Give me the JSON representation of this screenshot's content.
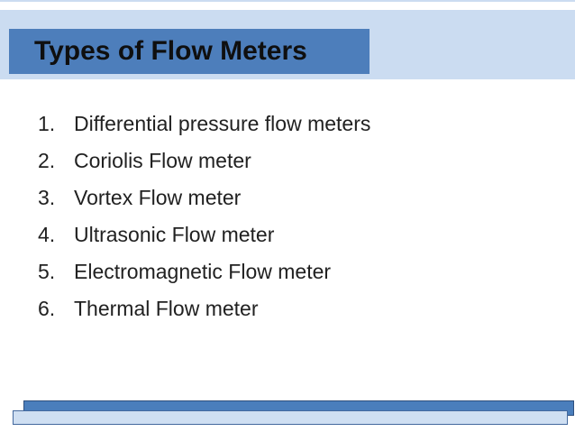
{
  "slide": {
    "title": "Types of Flow Meters",
    "items": [
      {
        "number": "1.",
        "label": "Differential pressure flow meters"
      },
      {
        "number": "2.",
        "label": "Coriolis Flow meter"
      },
      {
        "number": "3.",
        "label": "Vortex Flow meter"
      },
      {
        "number": "4.",
        "label": "Ultrasonic Flow meter"
      },
      {
        "number": "5.",
        "label": "Electromagnetic Flow meter"
      },
      {
        "number": "6.",
        "label": "Thermal Flow meter"
      }
    ]
  },
  "colors": {
    "band_light_blue": "#cbdcf1",
    "title_box_blue": "#4d7ebb",
    "footer_dark_blue": "#4a7ebc",
    "footer_dark_border": "#2e4f7d",
    "footer_light_blue": "#cfdff2",
    "footer_light_border": "#44699e",
    "title_text_color": "#0f0f0f",
    "list_text_color": "#212121"
  }
}
